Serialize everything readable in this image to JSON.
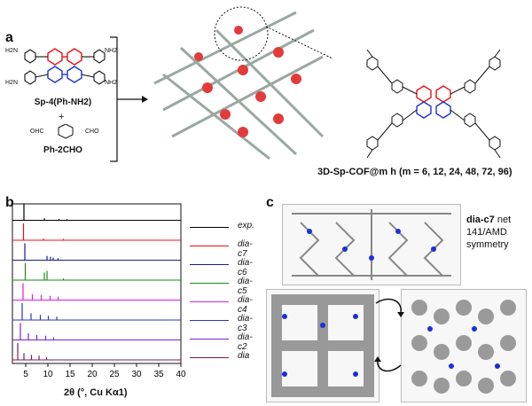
{
  "panels": {
    "a": {
      "letter": "a",
      "monomer1": {
        "name": "Sp-4(Ph-NH2)",
        "substituent": "H2N",
        "substituent_right": "NH2"
      },
      "plus": "+",
      "monomer2": {
        "name": "Ph-2CHO",
        "group_left": "OHC",
        "group_right": "CHO"
      },
      "product": "3D-Sp-COF@m h (m = 6, 12, 24, 48, 72, 96)"
    },
    "b": {
      "letter": "b",
      "x_axis_label": "2θ (°, Cu Kα1)",
      "x_ticks": [
        "5",
        "10",
        "15",
        "20",
        "25",
        "30",
        "35",
        "40"
      ],
      "legend": [
        {
          "label": "exp.",
          "color": "#000000"
        },
        {
          "label": "dia-c7",
          "color": "#e8131a"
        },
        {
          "label": "dia-c6",
          "color": "#1b1b8c"
        },
        {
          "label": "dia-c5",
          "color": "#1a8a1a"
        },
        {
          "label": "dia-c4",
          "color": "#e21ce2"
        },
        {
          "label": "dia-c3",
          "color": "#2a35c9"
        },
        {
          "label": "dia-c2",
          "color": "#7b22c9"
        },
        {
          "label": "dia",
          "color": "#7a1a5a"
        }
      ]
    },
    "c": {
      "letter": "c",
      "net_name": "dia-c7",
      "net_suffix": "net",
      "space_group": "141/AMD",
      "symmetry": "symmetry"
    }
  },
  "chart_data": {
    "type": "line",
    "xlabel": "2θ (°, Cu Kα1)",
    "xlim": [
      2,
      40
    ],
    "x_ticks": [
      5,
      10,
      15,
      20,
      25,
      30,
      35,
      40
    ],
    "series": [
      {
        "name": "exp.",
        "color": "#000000",
        "peaks": [
          [
            4.6,
            1.0
          ],
          [
            9.2,
            0.12
          ],
          [
            12.5,
            0.08
          ],
          [
            14.3,
            0.06
          ]
        ]
      },
      {
        "name": "dia-c7",
        "color": "#e8131a",
        "peaks": [
          [
            4.5,
            1.0
          ],
          [
            9.0,
            0.1
          ],
          [
            13.5,
            0.08
          ]
        ]
      },
      {
        "name": "dia-c6",
        "color": "#1b1b8c",
        "peaks": [
          [
            4.8,
            1.0
          ],
          [
            9.8,
            0.25
          ],
          [
            10.6,
            0.2
          ],
          [
            11.2,
            0.15
          ],
          [
            12.3,
            0.12
          ]
        ]
      },
      {
        "name": "dia-c5",
        "color": "#1a8a1a",
        "peaks": [
          [
            4.9,
            1.0
          ],
          [
            9.2,
            0.45
          ],
          [
            9.8,
            0.55
          ],
          [
            13.5,
            0.1
          ]
        ]
      },
      {
        "name": "dia-c4",
        "color": "#e21ce2",
        "peaks": [
          [
            4.4,
            1.0
          ],
          [
            6.5,
            0.35
          ],
          [
            8.5,
            0.3
          ],
          [
            10.5,
            0.25
          ],
          [
            12.3,
            0.2
          ]
        ]
      },
      {
        "name": "dia-c3",
        "color": "#2a35c9",
        "peaks": [
          [
            4.2,
            1.0
          ],
          [
            6.2,
            0.4
          ],
          [
            8.3,
            0.3
          ],
          [
            10.1,
            0.25
          ],
          [
            12.0,
            0.2
          ]
        ]
      },
      {
        "name": "dia-c2",
        "color": "#7b22c9",
        "peaks": [
          [
            3.8,
            1.0
          ],
          [
            5.6,
            0.4
          ],
          [
            7.5,
            0.3
          ],
          [
            9.5,
            0.25
          ],
          [
            11.3,
            0.15
          ]
        ]
      },
      {
        "name": "dia",
        "color": "#7a1a5a",
        "peaks": [
          [
            3.2,
            1.0
          ],
          [
            4.6,
            0.4
          ],
          [
            6.3,
            0.3
          ],
          [
            8.0,
            0.25
          ],
          [
            9.7,
            0.15
          ]
        ]
      }
    ]
  }
}
